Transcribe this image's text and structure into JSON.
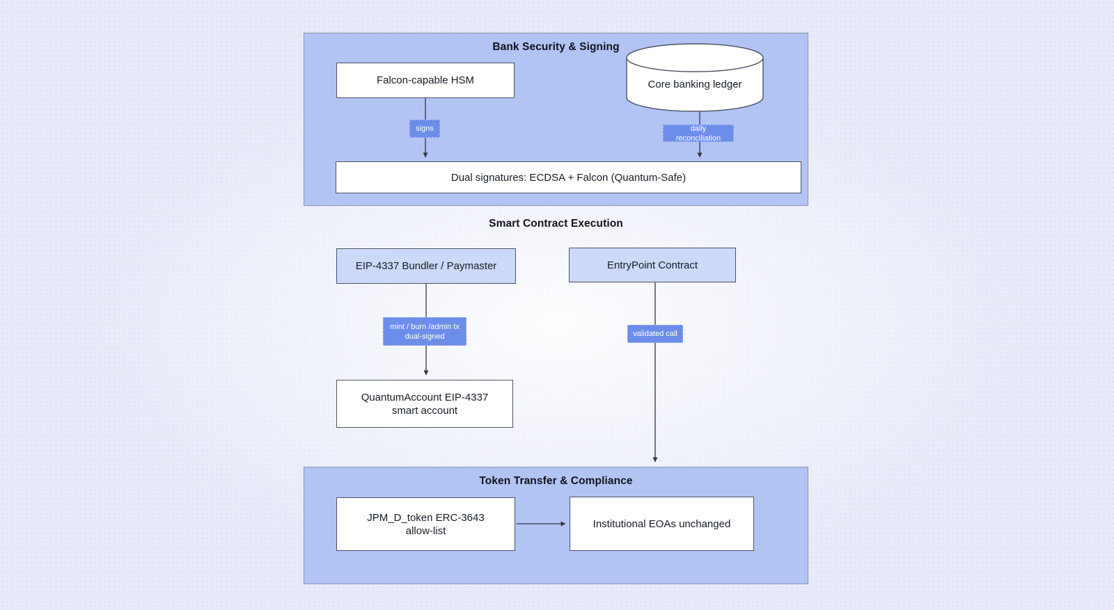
{
  "sections": {
    "bank_security": {
      "title": "Bank Security & Signing"
    },
    "smart_contract": {
      "title": "Smart Contract Execution"
    },
    "token_transfer": {
      "title": "Token Transfer & Compliance"
    }
  },
  "nodes": {
    "hsm": {
      "label": "Falcon-capable HSM",
      "shape": "rectangle"
    },
    "core_ledger": {
      "label": "Core banking ledger",
      "shape": "cylinder"
    },
    "dual_signatures": {
      "label": "Dual signatures: ECDSA + Falcon (Quantum-Safe)",
      "shape": "rectangle"
    },
    "bundler": {
      "label": "EIP-4337 Bundler / Paymaster",
      "shape": "rectangle"
    },
    "entrypoint": {
      "label": "EntryPoint Contract",
      "shape": "rectangle"
    },
    "quantum_account": {
      "label1": "QuantumAccount EIP-4337",
      "label2": "smart account",
      "shape": "rectangle"
    },
    "jpm_token": {
      "label1": "JPM_D_token ERC-3643",
      "label2": "allow-list",
      "shape": "rectangle"
    },
    "institutional_eoas": {
      "label": "Institutional EOAs unchanged",
      "shape": "rectangle"
    }
  },
  "edges": {
    "signs": {
      "label": "signs",
      "from": "hsm",
      "to": "dual_signatures"
    },
    "daily_reconciliation": {
      "label": "daily reconciliation",
      "from": "core_ledger",
      "to": "dual_signatures"
    },
    "mint_burn": {
      "label1": "mint / burn /admin tx",
      "label2": "dual-signed",
      "from": "bundler",
      "to": "quantum_account"
    },
    "validated_call": {
      "label": "validated call",
      "from": "entrypoint",
      "to": "token_transfer"
    },
    "allow_to_eoas": {
      "label": "",
      "from": "jpm_token",
      "to": "institutional_eoas"
    }
  },
  "colors": {
    "page_background": "#e7eaf8",
    "cluster_fill": "#b2c4f4",
    "cluster_border": "#8d93a8",
    "node_fill_white": "#ffffff",
    "node_fill_blue": "#ccd9f8",
    "node_border": "#4d5263",
    "edge_label_fill": "#6d8deb",
    "edge_label_text": "#ffffff",
    "arrow_line": "#32353f",
    "text": "#161b27"
  }
}
